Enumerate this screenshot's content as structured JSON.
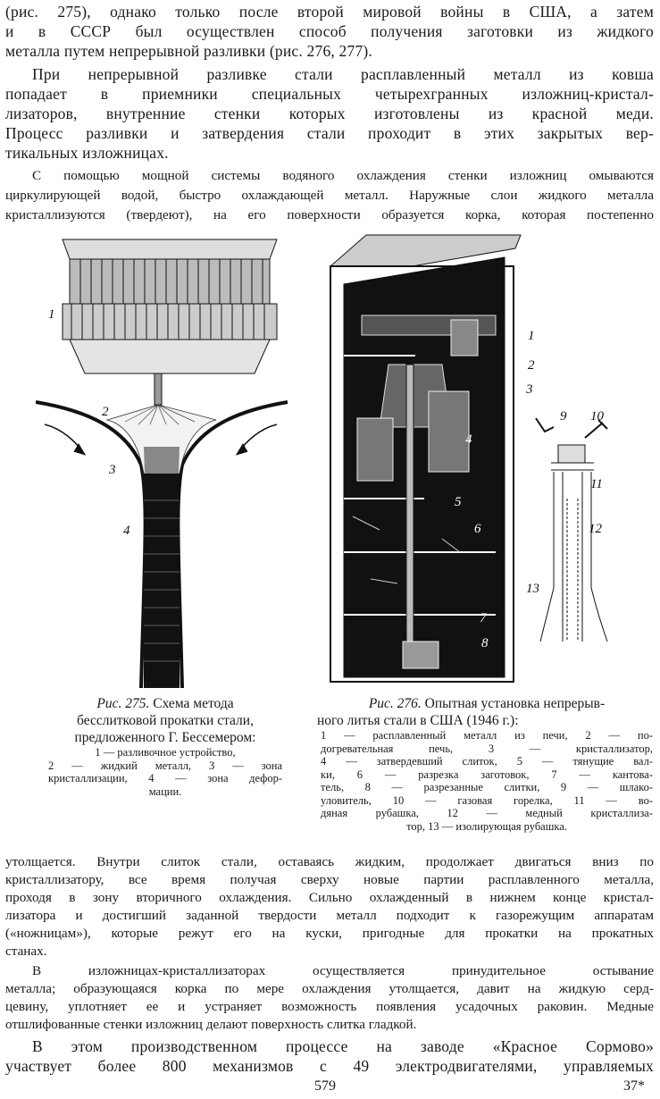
{
  "top_text": {
    "p1": [
      "(рис. 275), однако только после второй мировой войны в США, а затем",
      "и в СССР был осуществлен способ получения заготовки из жидкого",
      "металла путем непрерывной разливки (рис. 276, 277)."
    ],
    "p2": [
      "При непрерывной разливке стали расплавленный металл из ковша",
      "попадает в приемники специальных четырехгранных изложниц-кристал-",
      "лизаторов, внутренние стенки которых изготовлены из красной меди.",
      "Процесс разливки и затвердения стали проходит в этих закрытых вер-",
      "тикальных изложницах."
    ],
    "p3": [
      "С помощью мощной системы водяного охлаждения стенки изложниц омываются",
      "циркулирующей водой, быстро охлаждающей металл. Наружные слои жидкого металла",
      "кристаллизуются (твердеют), на его поверхности образуется корка, которая постепенно"
    ]
  },
  "figure_275": {
    "labels": [
      "1",
      "2",
      "3",
      "4"
    ],
    "caption_prefix": "Рис. 275.",
    "caption_title": [
      " Схема метода",
      "бесслитковой прокатки стали,",
      "предложенного Г. Бессемером:"
    ],
    "legend": [
      "1 — разливочное устройство,",
      "2 — жидкий металл, 3 — зона",
      "кристаллизации, 4 — зона дефор-",
      "мации."
    ]
  },
  "figure_276": {
    "labels": [
      "1",
      "2",
      "3",
      "4",
      "5",
      "6",
      "7",
      "8",
      "9",
      "10",
      "11",
      "12",
      "13"
    ],
    "caption_prefix": "Рис. 276.",
    "caption_title": [
      " Опытная установка непрерыв-",
      "ного литья стали в США (1946 г.):"
    ],
    "legend": [
      "1 — расплавленный металл из печи, 2 — по-",
      "догревательная печь, 3 — кристаллизатор,",
      "4 — затвердевший слиток, 5 — тянущие вал-",
      "ки, 6 — разрезка заготовок, 7 — кантова-",
      "тель, 8 — разрезанные слитки, 9 — шлако-",
      "уловитель, 10 — газовая горелка, 11 — во-",
      "дяная рубашка, 12 — медный кристаллиза-",
      "тор, 13 — изолирующая рубашка."
    ]
  },
  "bottom_text": {
    "p1": [
      "утолщается. Внутри слиток стали, оставаясь жидким, продолжает двигаться вниз по",
      "кристаллизатору, все время получая сверху новые партии расплавленного металла,",
      "проходя в зону вторичного охлаждения. Сильно охлажденный в нижнем конце кристал-",
      "лизатора и достигший заданной твердости металл подходит к газорежущим аппаратам",
      "(«ножницам»), которые режут его на куски, пригодные для прокатки на прокатных",
      "станах."
    ],
    "p2": [
      "В изложницах-кристаллизаторах осуществляется принудительное остывание",
      "металла; образующаяся корка по мере охлаждения утолщается, давит на жидкую серд-",
      "цевину, уплотняет ее и устраняет возможность появления усадочных раковин. Медные",
      "отшлифованные стенки изложниц делают поверхность слитка гладкой."
    ],
    "p3": [
      "В этом производственном процессе на заводе «Красное Сормово»",
      "участвует более 800 механизмов с 49 электродвигателями, управляемых"
    ]
  },
  "footer": {
    "page_number": "579",
    "signature": "37*"
  }
}
